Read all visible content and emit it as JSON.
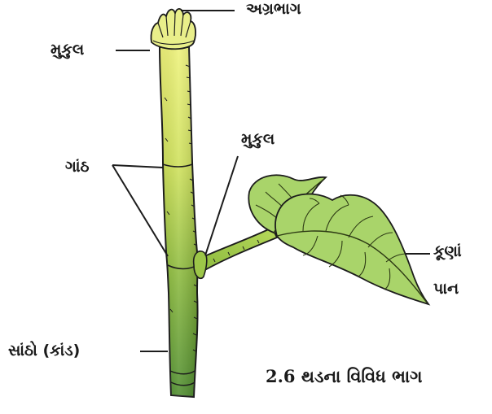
{
  "labels": {
    "apex": "અગ્રભાગ",
    "bud_top": "મુકુલ",
    "node": "ગાંઠ",
    "bud_axil": "મુકુલ",
    "tender_leaf": "કૂણાં",
    "leaf": "પાન",
    "stem": "સાંઠો (કાંડ)"
  },
  "caption": "2.6 થડના વિવિધ ભાગ",
  "colors": {
    "stem_top": "#e8ee6a",
    "stem_bottom": "#4e8c2e",
    "leaf": "#a9d46a",
    "leaf_vein": "#2d3a14",
    "outline": "#1c1c1c"
  }
}
